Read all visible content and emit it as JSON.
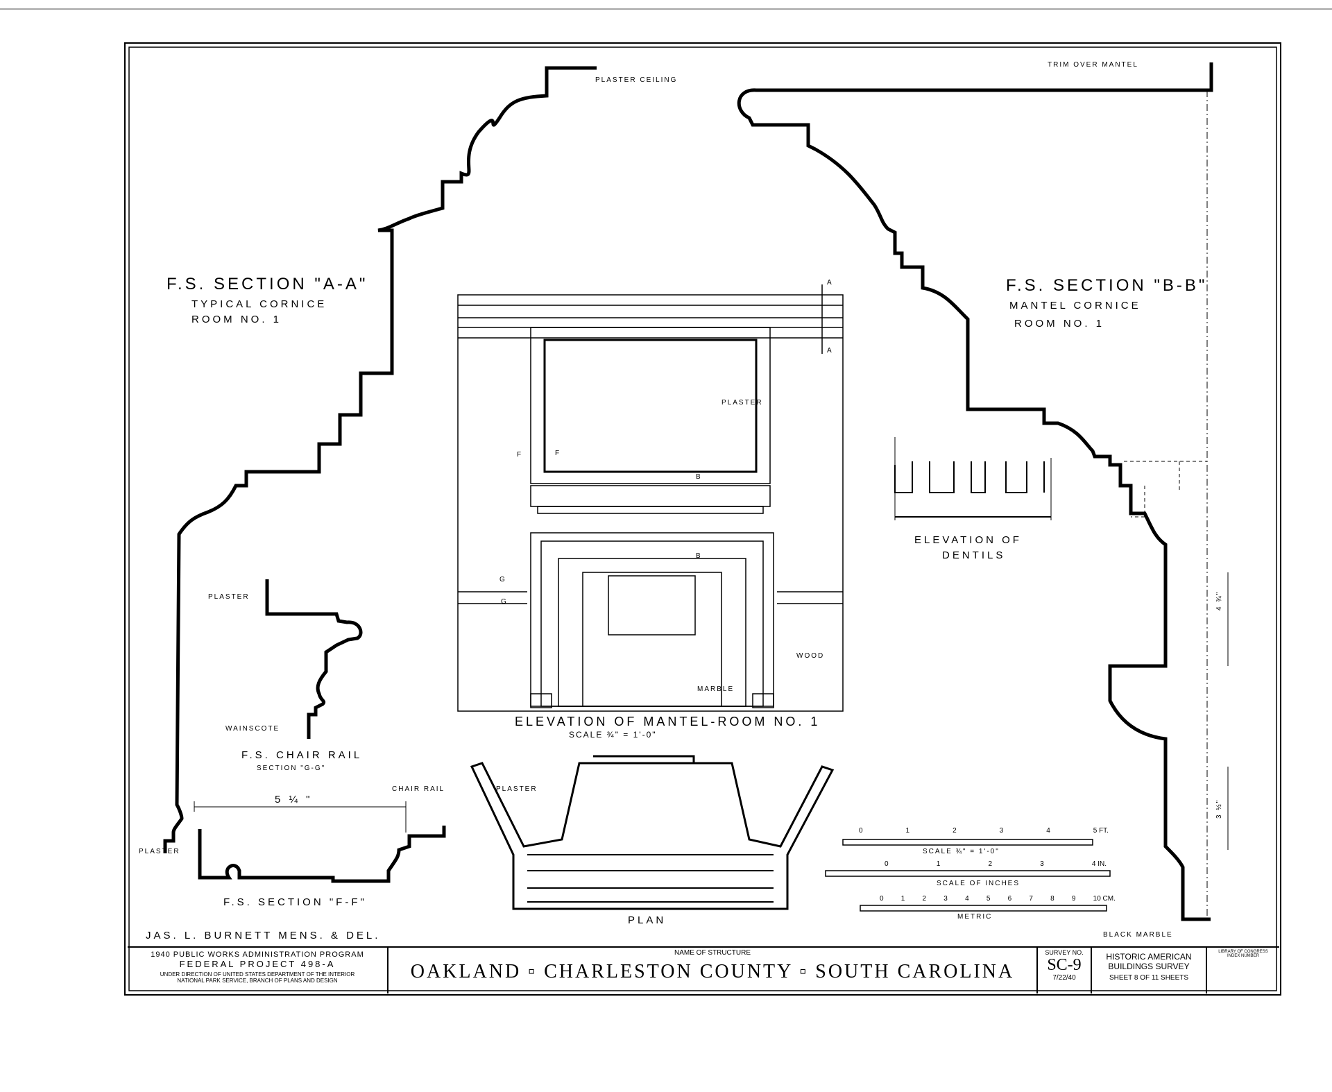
{
  "labels": {
    "plaster_ceiling": "Plaster ceiling",
    "trim_over_mantel": "Trim over mantel",
    "section_aa_title": "F.S. SECTION \"A-A\"",
    "section_aa_sub1": "Typical Cornice",
    "section_aa_sub2": "Room No. 1",
    "section_bb_title": "F.S. SECTION \"B-B\"",
    "section_bb_sub1": "Mantel Cornice",
    "section_bb_sub2": "Room No. 1",
    "plaster": "Plaster",
    "plaster_left": "Plaster",
    "plaster_plan": "Plaster",
    "plaster_chair": "Plaster",
    "wood": "Wood",
    "marble": "Marble",
    "wainscote": "Wainscote",
    "chair_rail_title": "F.S. CHAIR RAIL",
    "chair_rail_sub": "SECTION \"G-G\"",
    "chair_rail_plan": "Chair rail",
    "dim_5_1_4": "5 ¼ \"",
    "section_ff_title": "F.S. SECTION \"F-F\"",
    "elevation_dentils_1": "ELEVATION OF",
    "elevation_dentils_2": "DENTILS",
    "elevation_mantel": "ELEVATION OF MANTEL-ROOM NO. 1",
    "elevation_mantel_scale": "SCALE ¾\" = 1'-0\"",
    "plan": "PLAN",
    "dim_4_3_4": "4 ¾\"",
    "dim_3_1_2": "3 ½\"",
    "black_marble": "Black Marble",
    "sec_a": "A",
    "sec_b": "B",
    "sec_f": "F",
    "sec_g": "G",
    "delineator": "JAS. L. BURNETT   MENS. & DEL."
  },
  "scales": {
    "feet_ticks": [
      "0",
      "1",
      "2",
      "3",
      "4",
      "5 FT."
    ],
    "feet_caption": "SCALE ¾\" = 1'-0\"",
    "inch_ticks": [
      "0",
      "1",
      "2",
      "3",
      "4 IN."
    ],
    "inch_caption": "SCALE OF INCHES",
    "metric_ticks": [
      "0",
      "1",
      "2",
      "3",
      "4",
      "5",
      "6",
      "7",
      "8",
      "9",
      "10 CM."
    ],
    "metric_caption": "METRIC"
  },
  "title_block": {
    "program": "1940 PUBLIC WORKS ADMINISTRATION PROGRAM",
    "project": "FEDERAL PROJECT 498-A",
    "direction1": "UNDER DIRECTION OF UNITED STATES DEPARTMENT OF THE INTERIOR",
    "direction2": "NATIONAL PARK SERVICE, BRANCH OF PLANS AND DESIGN",
    "name_label": "NAME OF STRUCTURE",
    "structure": "OAKLAND ▫ CHARLESTON COUNTY ▫ SOUTH CAROLINA",
    "survey_label": "SURVEY NO.",
    "survey_no": "SC-9",
    "date": "7/22/40",
    "habs1": "HISTORIC AMERICAN",
    "habs2": "BUILDINGS SURVEY",
    "sheet": "SHEET 8 OF 11 SHEETS",
    "loc1": "LIBRARY OF CONGRESS",
    "loc2": "INDEX NUMBER"
  }
}
